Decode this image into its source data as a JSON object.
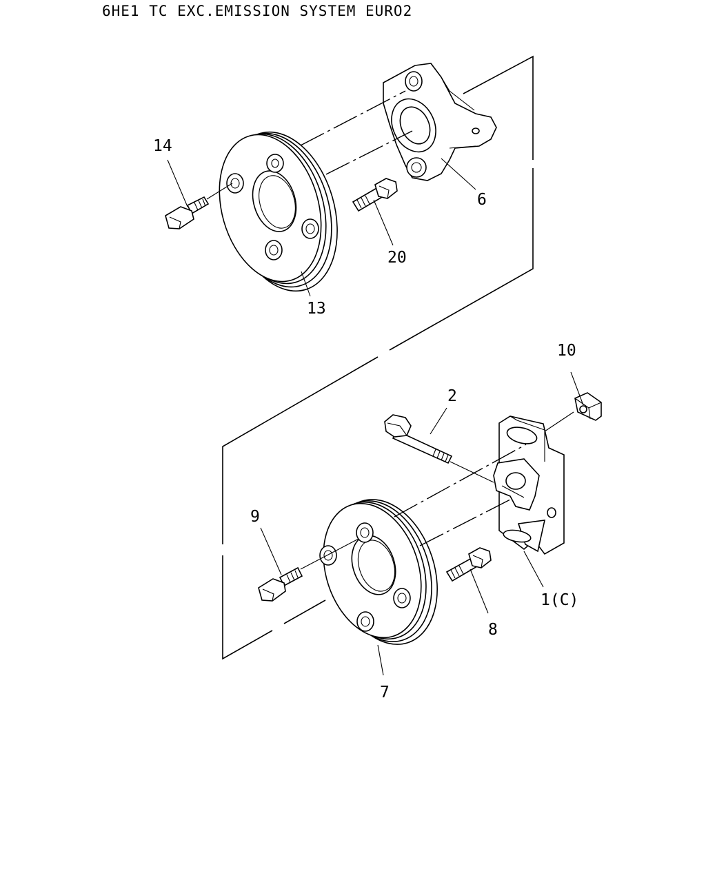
{
  "title": "6HE1 TC EXC.EMISSION SYSTEM EURO2",
  "callouts": {
    "c14": "14",
    "c6": "6",
    "c20": "20",
    "c13": "13",
    "c10": "10",
    "c2": "2",
    "c9": "9",
    "c1": "1(C)",
    "c8": "8",
    "c7": "7"
  }
}
